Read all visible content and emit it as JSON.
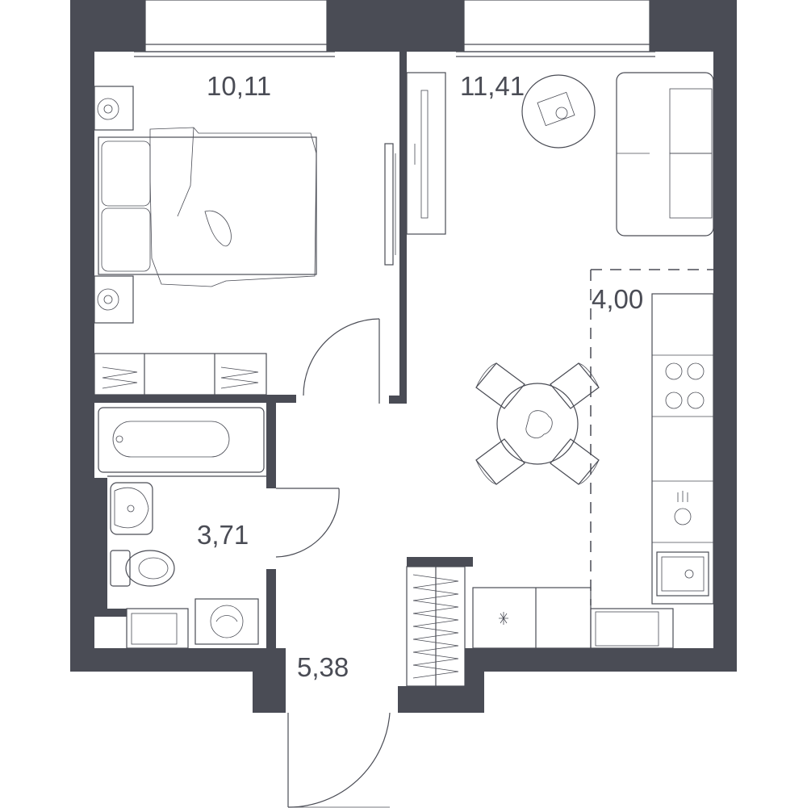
{
  "plan": {
    "wall_color": "#4a4c55",
    "line_color": "#4a4c55",
    "background": "#ffffff"
  },
  "rooms": {
    "bedroom": {
      "area": "10,11"
    },
    "living_room": {
      "area": "11,41"
    },
    "kitchen": {
      "area": "4,00"
    },
    "bathroom": {
      "area": "3,71"
    },
    "hallway": {
      "area": "5,38"
    }
  },
  "icons": {
    "bed": "bed-icon",
    "sofa": "sofa-icon",
    "tv": "tv-icon",
    "dining": "dining-table-icon",
    "stove": "stove-icon",
    "sink": "kitchen-sink-icon",
    "bathtub": "bathtub-icon",
    "toilet": "toilet-icon",
    "washbasin": "washbasin-icon",
    "washer": "washing-machine-icon",
    "wardrobe": "wardrobe-icon"
  }
}
